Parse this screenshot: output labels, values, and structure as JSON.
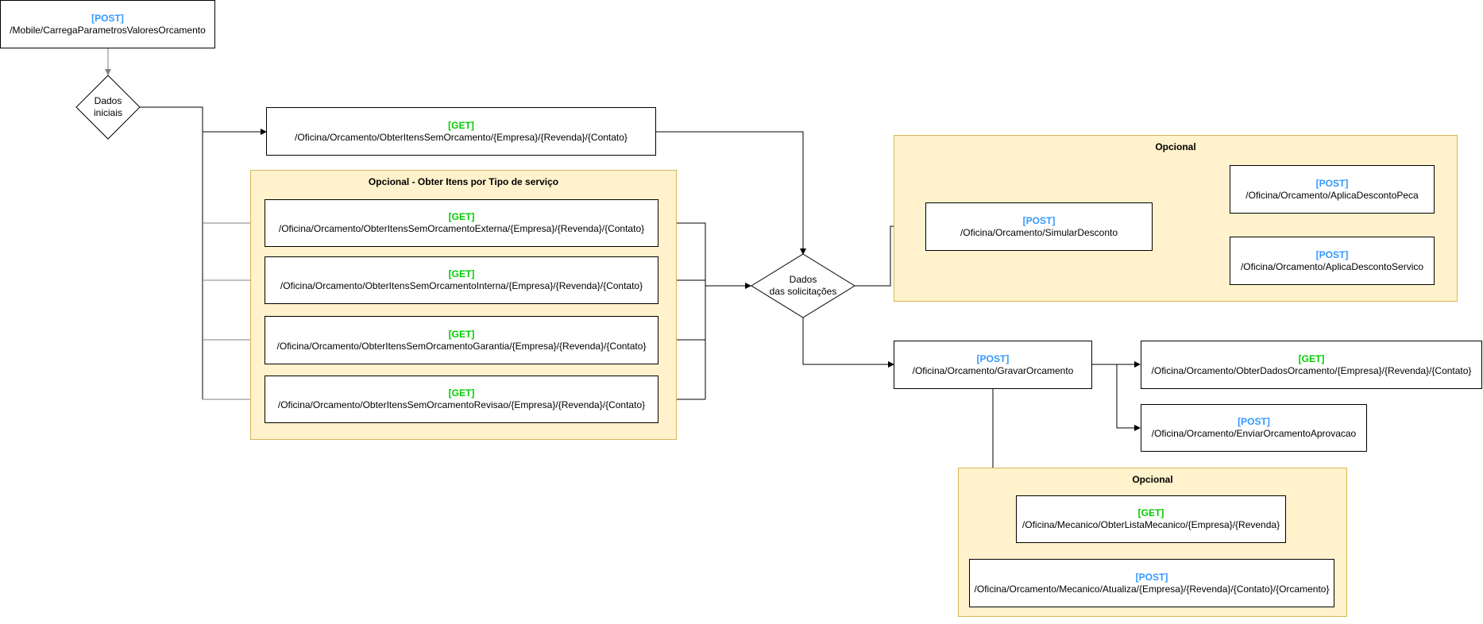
{
  "colors": {
    "get": "#00cc00",
    "post": "#3399ff",
    "group_fill": "#fff2cc",
    "group_border": "#d6b656"
  },
  "nodes": {
    "carrega_parametros": {
      "method": "[POST]",
      "path": "/Mobile/CarregaParametrosValoresOrcamento"
    },
    "obter_itens": {
      "method": "[GET]",
      "path": "/Oficina/Orcamento/ObterItensSemOrcamento/{Empresa}/{Revenda}/{Contato}"
    },
    "obter_externa": {
      "method": "[GET]",
      "path": "/Oficina/Orcamento/ObterItensSemOrcamentoExterna/{Empresa}/{Revenda}/{Contato}"
    },
    "obter_interna": {
      "method": "[GET]",
      "path": "/Oficina/Orcamento/ObterItensSemOrcamentoInterna/{Empresa}/{Revenda}/{Contato}"
    },
    "obter_garantia": {
      "method": "[GET]",
      "path": "/Oficina/Orcamento/ObterItensSemOrcamentoGarantia/{Empresa}/{Revenda}/{Contato}"
    },
    "obter_revisao": {
      "method": "[GET]",
      "path": "/Oficina/Orcamento/ObterItensSemOrcamentoRevisao/{Empresa}/{Revenda}/{Contato}"
    },
    "simular_desconto": {
      "method": "[POST]",
      "path": "/Oficina/Orcamento/SimularDesconto"
    },
    "aplica_peca": {
      "method": "[POST]",
      "path": "/Oficina/Orcamento/AplicaDescontoPeca"
    },
    "aplica_servico": {
      "method": "[POST]",
      "path": "/Oficina/Orcamento/AplicaDescontoServico"
    },
    "gravar_orcamento": {
      "method": "[POST]",
      "path": "/Oficina/Orcamento/GravarOrcamento"
    },
    "obter_dados": {
      "method": "[GET]",
      "path": "/Oficina/Orcamento/ObterDadosOrcamento/{Empresa}/{Revenda}/{Contato}"
    },
    "enviar_aprovacao": {
      "method": "[POST]",
      "path": "/Oficina/Orcamento/EnviarOrcamentoAprovacao"
    },
    "obter_mecanico": {
      "method": "[GET]",
      "path": "/Oficina/Mecanico/ObterListaMecanico/{Empresa}/{Revenda}"
    },
    "atualiza_mecanico": {
      "method": "[POST]",
      "path": "/Oficina/Orcamento/Mecanico/Atualiza/{Empresa}/{Revenda}/{Contato}/{Orcamento}"
    }
  },
  "decisions": {
    "dados_iniciais": "Dados\niniciais",
    "dados_solicitacoes": "Dados\ndas solicitações"
  },
  "groups": {
    "tipo_servico": "Opcional - Obter Itens por Tipo de serviço",
    "desconto": "Opcional",
    "mecanico": "Opcional"
  }
}
